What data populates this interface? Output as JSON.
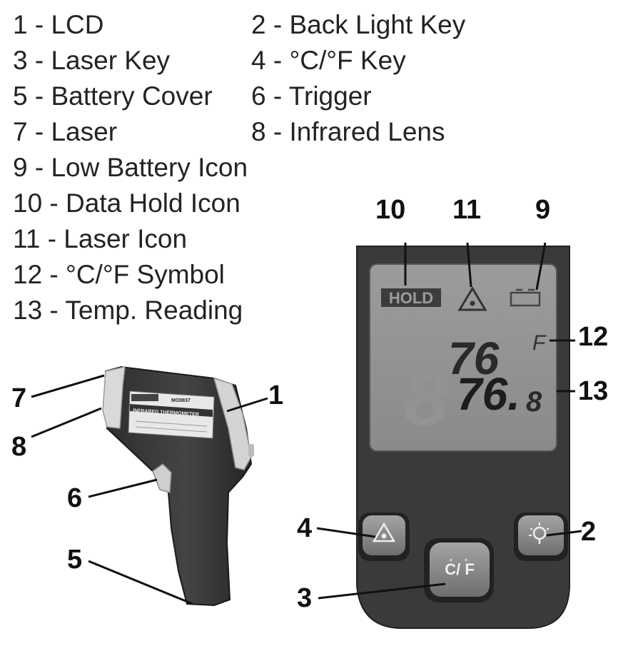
{
  "legend": [
    {
      "text": "1 - LCD"
    },
    {
      "text": "2 - Back Light Key"
    },
    {
      "text": "3 - Laser Key"
    },
    {
      "text": "4 - °C/°F Key"
    },
    {
      "text": "5 - Battery Cover"
    },
    {
      "text": "6 - Trigger"
    },
    {
      "text": "7 - Laser"
    },
    {
      "text": "8 - Infrared Lens"
    },
    {
      "text": "9 - Low Battery Icon"
    },
    {
      "text": "10 - Data Hold Icon"
    },
    {
      "text": "11 - Laser Icon"
    },
    {
      "text": "12 - °C/°F Symbol"
    },
    {
      "text": "13 - Temp. Reading"
    }
  ],
  "callouts": {
    "c1": "1",
    "c2": "2",
    "c3": "3",
    "c4": "4",
    "c5": "5",
    "c6": "6",
    "c7": "7",
    "c8": "8",
    "c9": "9",
    "c10": "10",
    "c11": "11",
    "c12": "12",
    "c13": "13"
  },
  "display": {
    "hold": "HOLD",
    "unit": "F",
    "reading_top": "76",
    "reading_main": "76.",
    "reading_decimal": "8",
    "button_unit_label": "C/ F"
  },
  "device_label": {
    "title": "INFRARED THERMOMETER",
    "model": "MO0837"
  }
}
